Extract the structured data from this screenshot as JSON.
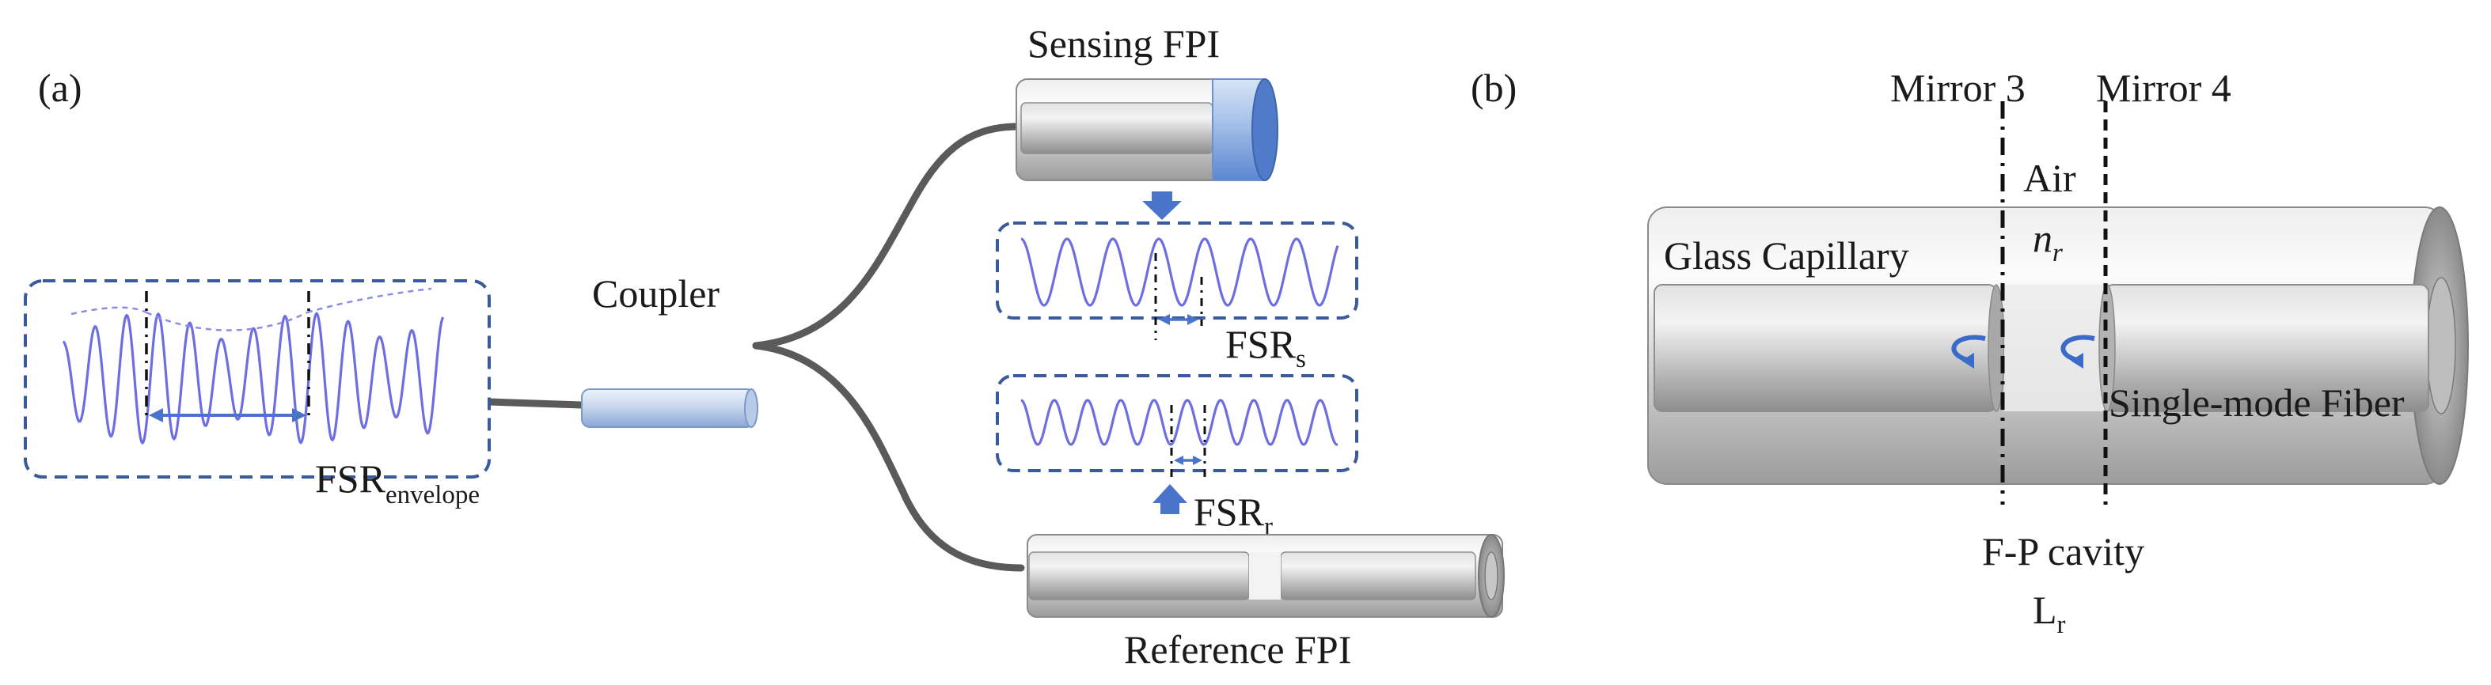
{
  "panel_a": {
    "label": "(a)",
    "coupler_label": "Coupler",
    "sensing_label": "Sensing FPI",
    "reference_label": "Reference FPI",
    "fsr_envelope": {
      "main": "FSR",
      "sub": "envelope"
    },
    "fsr_s": {
      "main": "FSR",
      "sub": "s"
    },
    "fsr_r": {
      "main": "FSR",
      "sub": "r"
    }
  },
  "panel_b": {
    "label": "(b)",
    "mirror3": "Mirror 3",
    "mirror4": "Mirror 4",
    "air": "Air",
    "n_main": "n",
    "n_sub": "r",
    "glass_capillary": "Glass Capillary",
    "single_mode_fiber": "Single-mode Fiber",
    "fp_cavity": "F-P cavity",
    "length_main": "L",
    "length_sub": "r"
  },
  "colors": {
    "signal": "#6d6fe0",
    "box_border": "#3b5a9a",
    "arrow": "#4a74c9",
    "fiber": "#5a5a5a",
    "glass": "#c8c8c8"
  }
}
